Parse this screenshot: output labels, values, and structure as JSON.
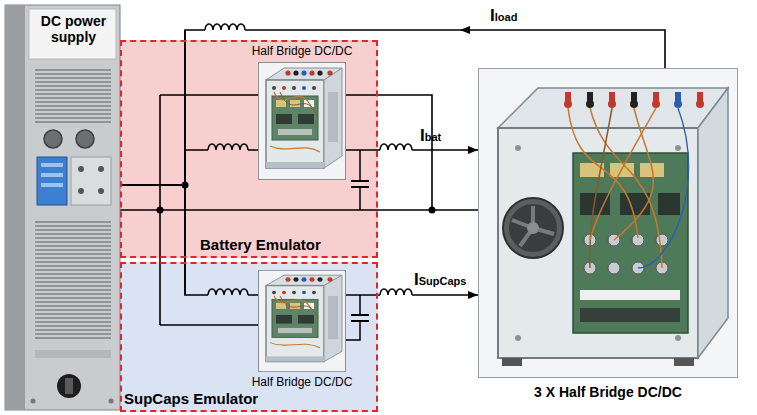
{
  "diagram": {
    "nodes": [
      {
        "text": [
          "DC power supply"
        ]
      },
      {
        "text": [
          "Battery Emulator"
        ]
      },
      {
        "text": [
          "Half Bridge DC/DC"
        ],
        "in": 1
      },
      {
        "text": [
          "SupCaps Emulator"
        ]
      },
      {
        "text": [
          "Half Bridge DC/DC"
        ],
        "in": 3
      },
      {
        "text": [
          "3 X Half Bridge DC/DC"
        ]
      }
    ],
    "edges": [
      {
        "from": 5,
        "to": 0,
        "arrow": "to",
        "label": "Iload"
      },
      {
        "from": 0,
        "to": 2,
        "arrow": "none"
      },
      {
        "from": 2,
        "to": 5,
        "arrow": "to",
        "label": "Ibat"
      },
      {
        "from": 0,
        "to": 4,
        "arrow": "none"
      },
      {
        "from": 4,
        "to": 5,
        "arrow": "to",
        "label": "ISupCaps"
      }
    ]
  }
}
